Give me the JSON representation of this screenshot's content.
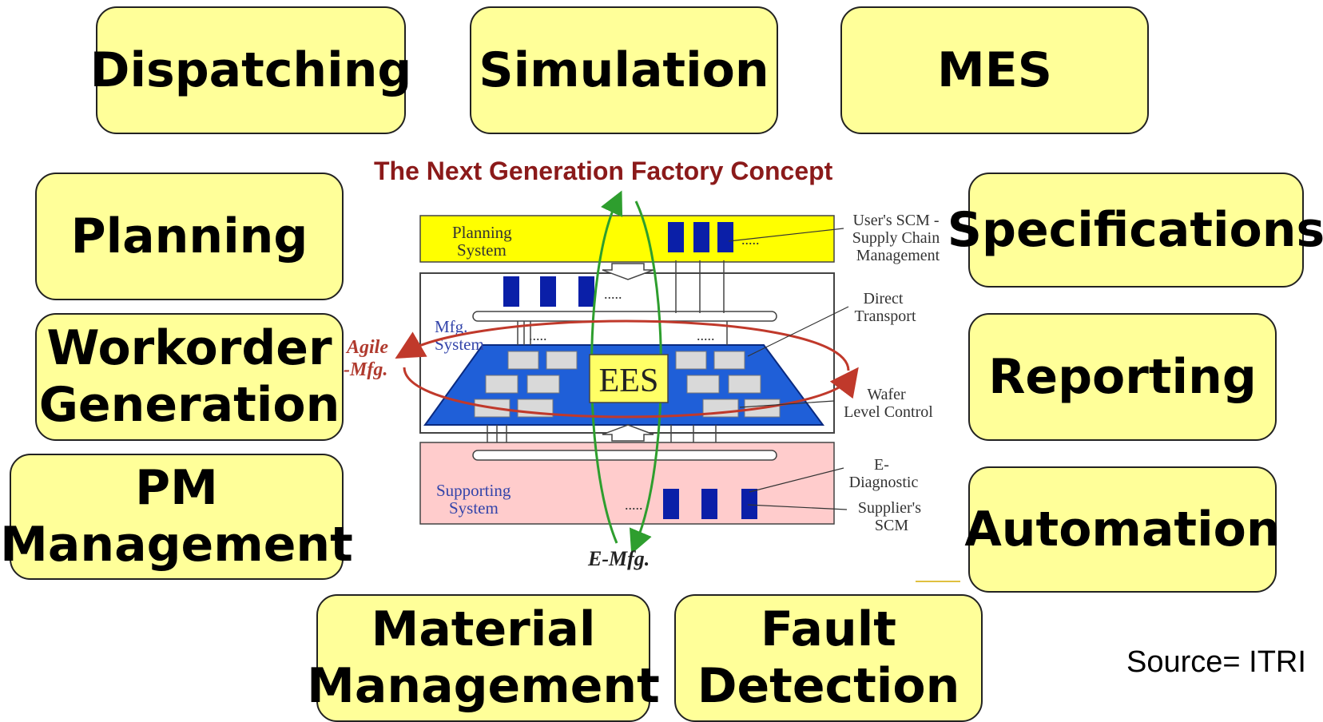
{
  "boxes": {
    "dispatching": [
      "Dispatching"
    ],
    "simulation": [
      "Simulation"
    ],
    "mes": [
      "MES"
    ],
    "planning": [
      "Planning"
    ],
    "specifications": [
      "Specifications"
    ],
    "workorder": [
      "Workorder",
      "Generation"
    ],
    "reporting": [
      "Reporting"
    ],
    "pm": [
      "PM",
      "Management"
    ],
    "automation": [
      "Automation"
    ],
    "material": [
      "Material",
      "Management"
    ],
    "fault": [
      "Fault",
      "Detection"
    ]
  },
  "figure": {
    "title": "The Next Generation Factory Concept",
    "planning_system": [
      "Planning",
      "System"
    ],
    "mfg_system": [
      "Mfg.",
      "System"
    ],
    "supporting_system": [
      "Supporting",
      "System"
    ],
    "ees": "EES",
    "agile_mfg": [
      "Agile",
      "-Mfg."
    ],
    "e_mfg": "E-Mfg.",
    "dots": ".....",
    "annotations": {
      "scm": [
        "User's SCM -",
        "Supply Chain",
        "Management"
      ],
      "direct_transport": [
        "Direct",
        "Transport"
      ],
      "wafer_level": [
        "Wafer",
        "Level Control"
      ],
      "e_diagnostic": [
        "E-",
        "Diagnostic"
      ],
      "supplier_scm": [
        "Supplier's",
        "SCM"
      ]
    },
    "colors": {
      "planning_band": "#ffff00",
      "supporting_band": "#ffcccc",
      "floor": "#1f5fd8",
      "server": "#0a1fa8",
      "arrow_green": "#2e9e2e",
      "arrow_red": "#c0392b",
      "title": "#8b1a1a"
    }
  },
  "source": "Source= ITRI"
}
